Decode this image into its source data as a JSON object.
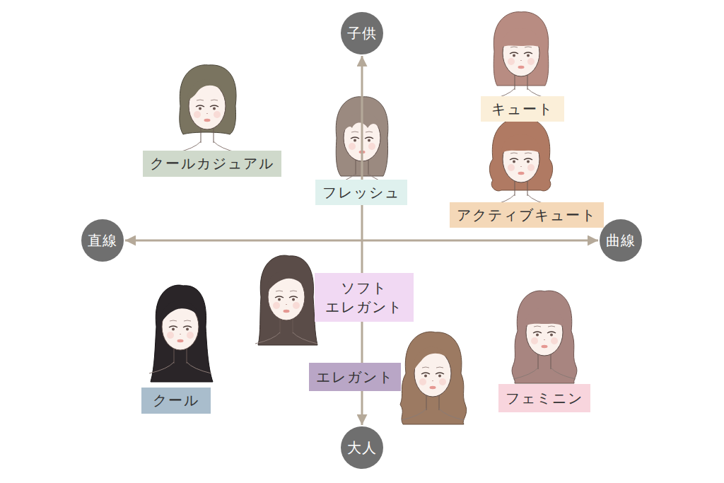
{
  "diagram": {
    "nodes": [
      {
        "text": [
          "子供"
        ]
      },
      {
        "text": [
          "キュート"
        ]
      },
      {
        "text": [
          "クールカジュアル"
        ]
      },
      {
        "text": [
          "フレッシュ"
        ]
      },
      {
        "text": [
          "アクティブキュート"
        ]
      },
      {
        "text": [
          "直線"
        ]
      },
      {
        "text": [
          "曲線"
        ]
      },
      {
        "text": [
          "ソフト エレガント"
        ]
      },
      {
        "text": [
          "エレガント"
        ]
      },
      {
        "text": [
          "クール"
        ]
      },
      {
        "text": [
          "フェミニン"
        ]
      },
      {
        "text": [
          "大人"
        ]
      }
    ],
    "edges": [
      {
        "from": 5,
        "to": 6,
        "arrow": "both"
      },
      {
        "from": 0,
        "to": 11,
        "arrow": "both"
      }
    ]
  }
}
